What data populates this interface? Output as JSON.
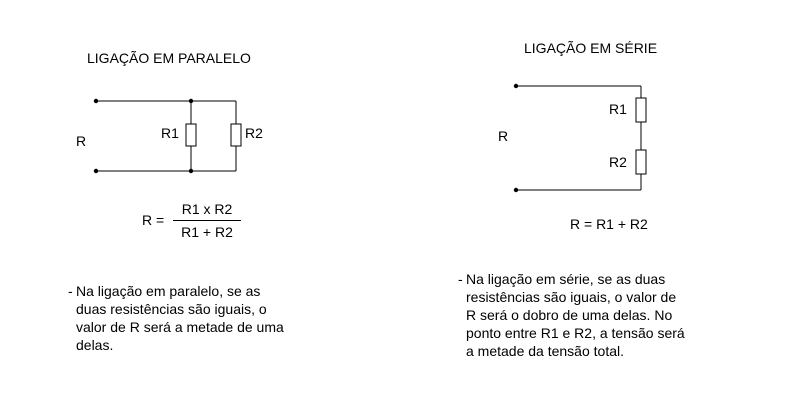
{
  "parallel": {
    "title": "LIGAÇÃO EM PARALELO",
    "r_label": "R",
    "r1_label": "R1",
    "r2_label": "R2",
    "formula_lhs": "R =",
    "numerator": "R1 x R2",
    "denominator": "R1 + R2",
    "note_dash": "-",
    "note_lines": [
      "Na ligação em paralelo, se as",
      "duas resistências são iguais, o",
      "valor de R será a metade de uma",
      "delas."
    ]
  },
  "series": {
    "title": "LIGAÇÃO EM SÉRIE",
    "r_label": "R",
    "r1_label": "R1",
    "r2_label": "R2",
    "formula": "R = R1 + R2",
    "note_dash": "-",
    "note_lines": [
      "Na ligação em série, se as duas",
      "resistências são iguais, o valor de",
      "R será o dobro de uma delas.  No",
      "ponto entre R1 e R2, a tensão será",
      "a metade da tensão total."
    ]
  }
}
